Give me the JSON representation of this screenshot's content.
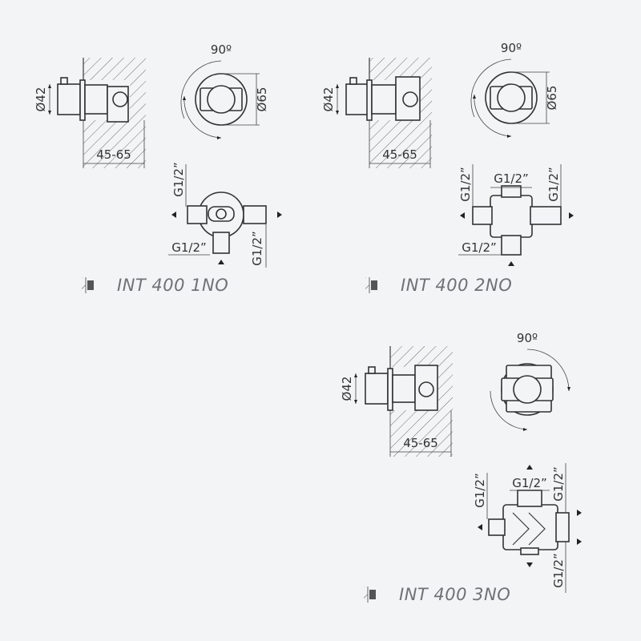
{
  "labels": {
    "dim_diameter_42": "Ø42",
    "dim_depth": "45-65",
    "dim_angle": "90º",
    "dim_diameter_65": "Ø65",
    "dim_thread": "G1/2”"
  },
  "products": [
    {
      "code": "INT 400 1NO"
    },
    {
      "code": "INT 400 2NO"
    },
    {
      "code": "INT 400 3NO"
    }
  ]
}
